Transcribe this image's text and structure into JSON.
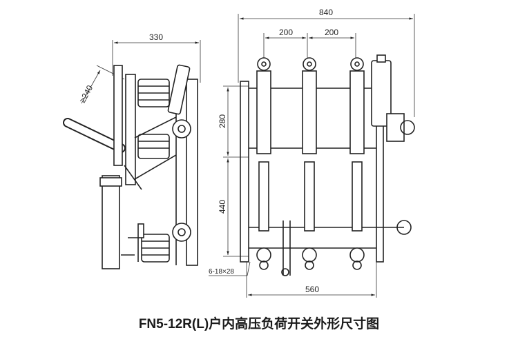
{
  "dimensions": {
    "side_depth": "330",
    "side_angle_clearance": "≥240",
    "overall_width": "840",
    "phase_spacing_1": "200",
    "phase_spacing_2": "200",
    "upper_height": "280",
    "lower_height": "440",
    "mounting_holes": "6-18×28",
    "mounting_width": "560"
  },
  "caption": "FN5-12R(L)户内高压负荷开关外形尺寸图"
}
